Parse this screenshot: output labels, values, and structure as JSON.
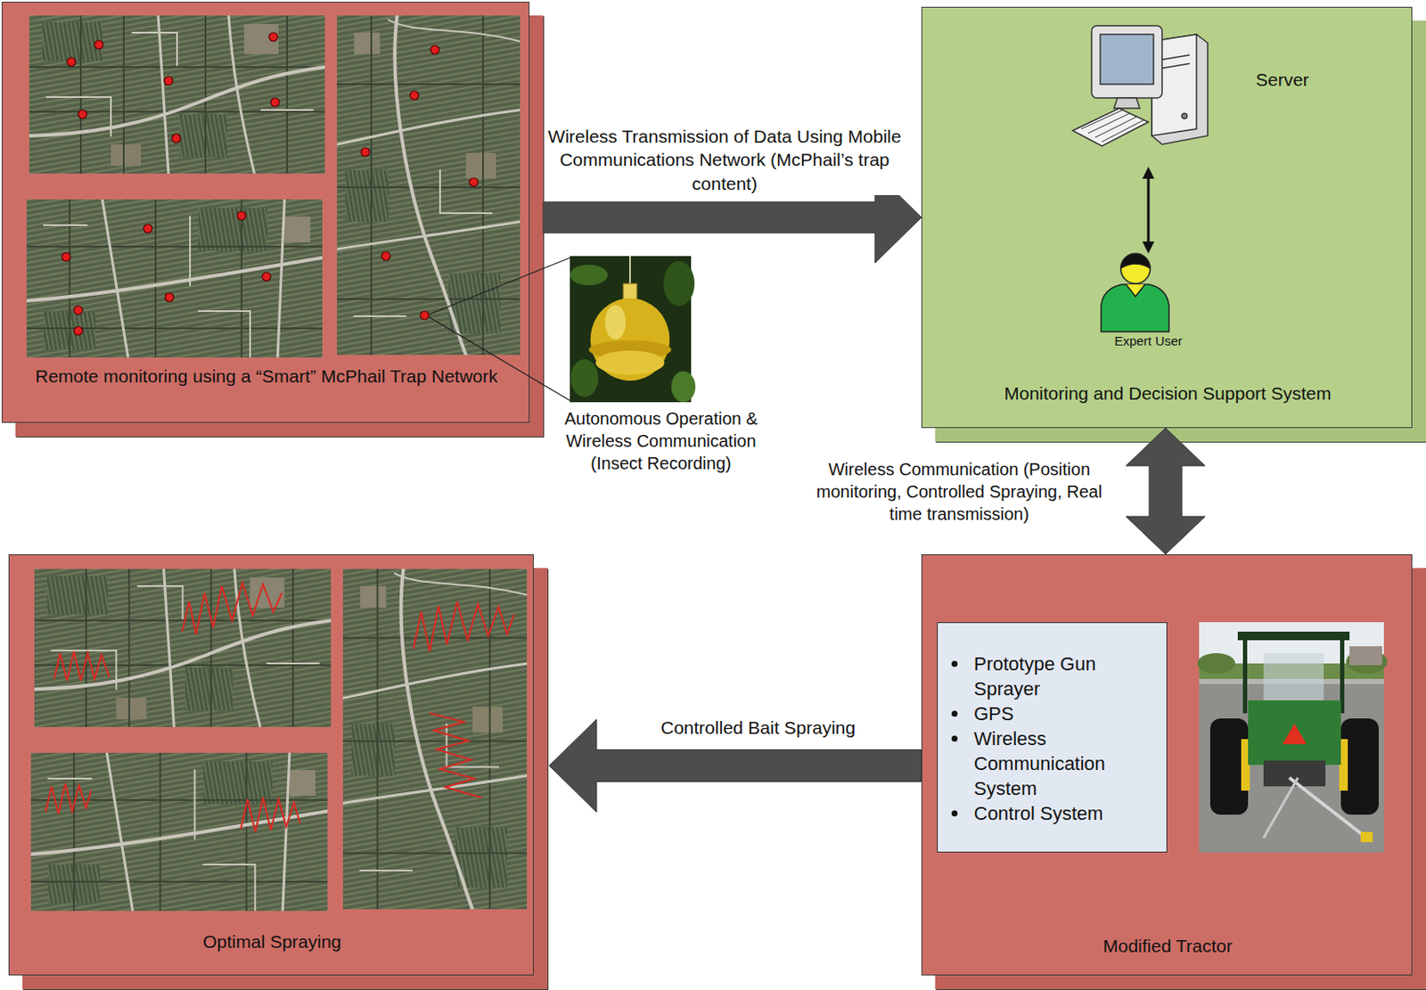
{
  "diagram": {
    "nodes": [
      {
        "text": [
          "Remote monitoring using a “Smart” McPhail Trap Network"
        ]
      },
      {
        "text": [
          "Autonomous Operation & Wireless Communication (Insect Recording)"
        ]
      },
      {
        "text": [
          "Monitoring and Decision Support System"
        ]
      },
      {
        "text": [
          "Server"
        ],
        "in": 2
      },
      {
        "text": [
          "Expert User"
        ],
        "in": 2
      },
      {
        "text": [
          "Optimal Spraying"
        ]
      },
      {
        "text": [
          "Modified Tractor"
        ]
      },
      {
        "text": [
          "Prototype Gun Sprayer",
          "GPS",
          "Wireless Communication System",
          "Control System"
        ],
        "in": 6
      }
    ],
    "edges": [
      {
        "from": 0,
        "to": 2,
        "arrow": "to",
        "label": "Wireless Transmission of Data Using Mobile Communications Network (McPhail’s trap content)"
      },
      {
        "from": 3,
        "to": 4,
        "arrow": "both"
      },
      {
        "from": 2,
        "to": 6,
        "arrow": "both",
        "label": "Wireless Communication (Position monitoring, Controlled Spraying, Real time transmission)"
      },
      {
        "from": 6,
        "to": 5,
        "arrow": "to",
        "label": "Controlled Bait Spraying"
      }
    ]
  }
}
